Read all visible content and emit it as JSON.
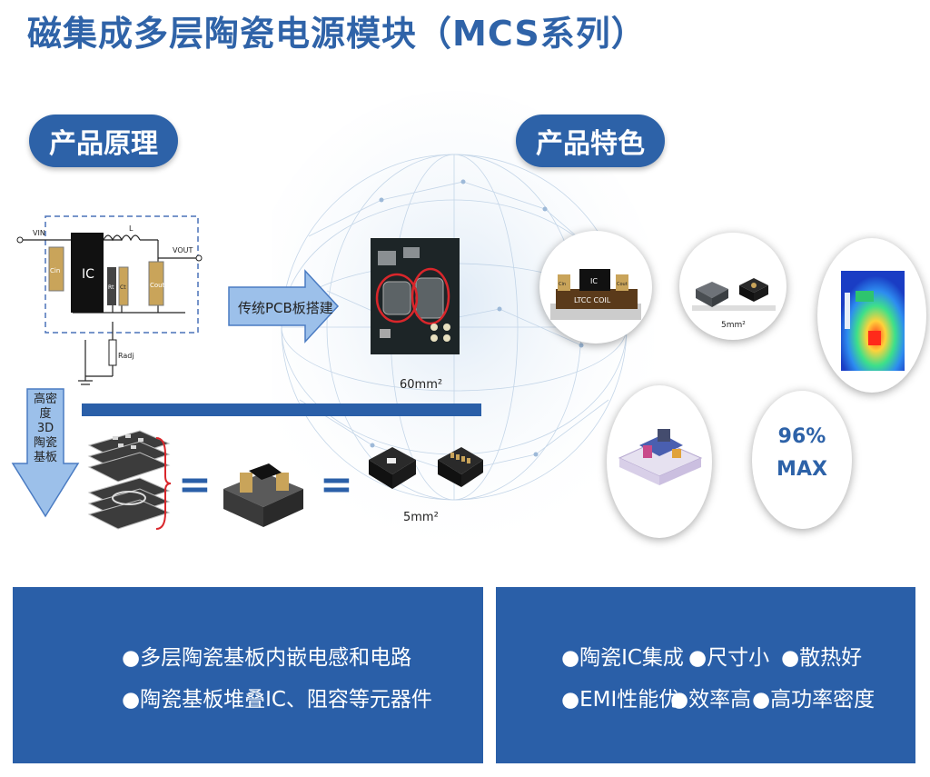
{
  "title": "磁集成多层陶瓷电源模块（MCS系列）",
  "sections": {
    "principle": "产品原理",
    "features": "产品特色"
  },
  "circuit": {
    "vin": "VIN",
    "vout": "VOUT",
    "ic": "IC",
    "inductor": "L",
    "cin": "Cin",
    "cout": "Cout",
    "rt": "Rt",
    "ct": "Ct",
    "radj": "Radj"
  },
  "traditional": {
    "arrow_label": "传统PCB板搭建",
    "area": "60mm²"
  },
  "new_stack": {
    "arrow_lines": [
      "高密",
      "度",
      "3D",
      "陶瓷",
      "基板"
    ],
    "area": "5mm²",
    "eq1": "=",
    "eq2": "="
  },
  "feature_circles": {
    "ltcc_label": "LTCC COIL",
    "ic_label": "IC",
    "cap1": "Cin",
    "cap2": "Cout",
    "size_label": "5mm²",
    "efficiency_value": "96%",
    "efficiency_label": "MAX"
  },
  "bottom_left": {
    "lines": [
      "●多层陶瓷基板内嵌电感和电路",
      "●陶瓷基板堆叠IC、阻容等元器件"
    ]
  },
  "bottom_right": {
    "line1": [
      "●陶瓷IC集成",
      "●尺寸小",
      "●散热好"
    ],
    "line2": [
      "●EMI性能优",
      "●效率高",
      "●高功率密度"
    ]
  },
  "colors": {
    "primary": "#2d62a8",
    "box": "#2a5fa8",
    "arrow": "#5b8ed4",
    "accent_red": "#d9262b"
  }
}
